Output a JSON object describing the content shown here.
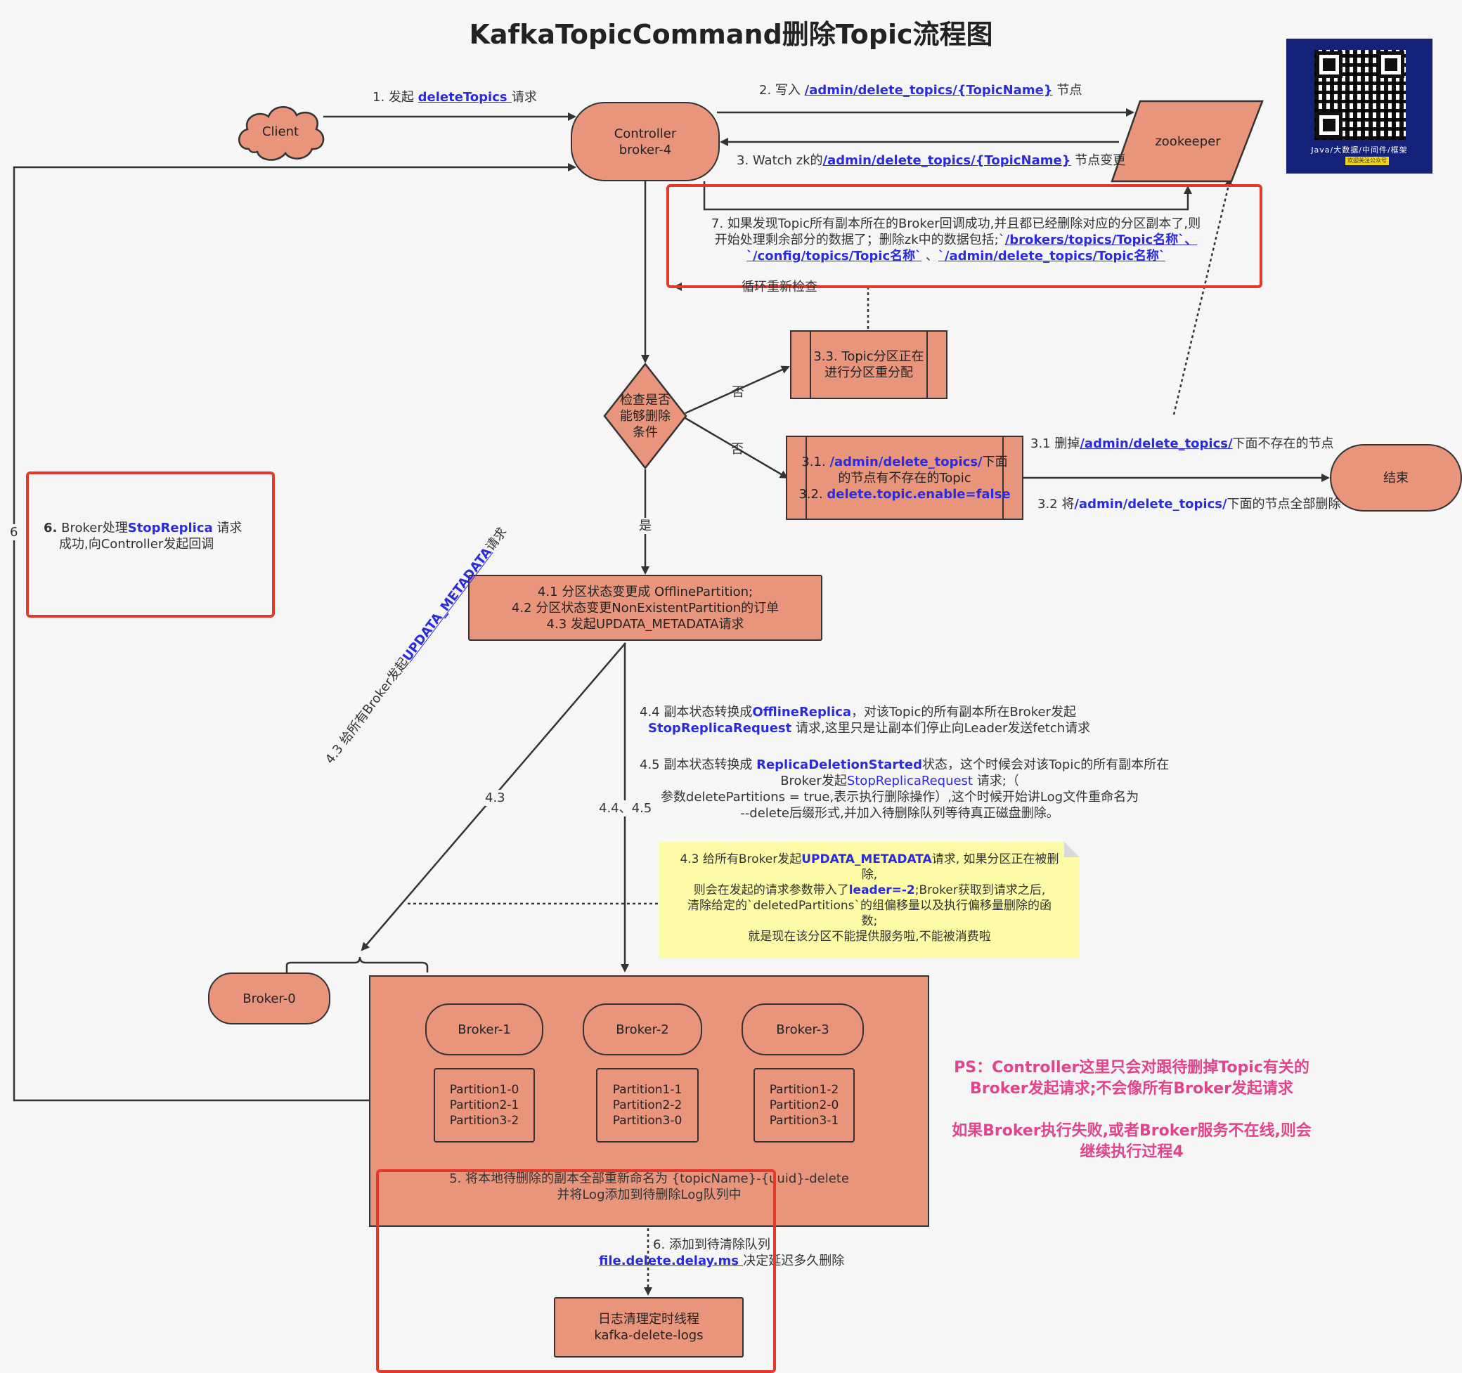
{
  "title": "KafkaTopicCommand删除Topic流程图",
  "qr": {
    "caption_line1": "Java/大数据/中间件/框架",
    "caption_line2": "欢迎关注公众号"
  },
  "nodes": {
    "client": "Client",
    "controller_line1": "Controller",
    "controller_line2": "broker-4",
    "zookeeper": "zookeeper",
    "decision_line1": "检查是否",
    "decision_line2": "能够删除",
    "decision_line3": "条件",
    "reassign_line1": "3.3. Topic分区正在",
    "reassign_line2": "进行分区重分配",
    "check_prefix1": "3.1. ",
    "check_path": "/admin/delete_topics/",
    "check_suffix1": "下面",
    "check_line2": "的节点有不存在的Topic",
    "check_prefix3": "3.2. ",
    "check_config": "delete.topic.enable=false",
    "end": "结束",
    "state_line1": "4.1 分区状态变更成 OfflinePartition;",
    "state_line2": "4.2 分区状态变更NonExistentPartition的订单",
    "state_line3": "4.3 发起UPDATA_METADATA请求",
    "broker0": "Broker-0",
    "broker1": "Broker-1",
    "broker2": "Broker-2",
    "broker3": "Broker-3",
    "b1_parts": [
      "Partition1-0",
      "Partition2-1",
      "Partition3-2"
    ],
    "b2_parts": [
      "Partition1-1",
      "Partition2-2",
      "Partition3-0"
    ],
    "b3_parts": [
      "Partition1-2",
      "Partition2-0",
      "Partition3-1"
    ],
    "rename_line1": "5. 将本地待删除的副本全部重新命名为 {topicName}-{uuid}-delete",
    "rename_line2": "并将Log添加到待删除Log队列中",
    "cleaner_line1": "日志清理定时线程",
    "cleaner_line2": "kafka-delete-logs"
  },
  "edges": {
    "e1_prefix": "1. 发起 ",
    "e1_link": "deleteTopics ",
    "e1_suffix": "请求",
    "e2_prefix": "2. 写入 ",
    "e2_link": "/admin/delete_topics/{TopicName}",
    "e2_suffix": " 节点",
    "e3_prefix": "3. Watch zk的",
    "e3_link": "/admin/delete_topics/{TopicName}",
    "e3_suffix": " 节点变更",
    "e7_line1": "7. 如果发现Topic所有副本所在的Broker回调成功,并且都已经删除对应的分区副本了,则",
    "e7_line2_prefix": "开始处理剩余部分的数据了；删除zk中的数据包括;`",
    "e7_line2_link": "/brokers/topics/Topic名称`、",
    "e7_line3_link1": "`/config/topics/Topic名称`",
    "e7_line3_sep": " 、",
    "e7_line3_link2": "`/admin/delete_topics/Topic名称`",
    "loop_label": "循环重新检查",
    "no1": "否",
    "no2": "否",
    "yes": "是",
    "e31_prefix": "3.1 删掉",
    "e31_link": "/admin/delete_topics/",
    "e31_suffix": "下面不存在的节点",
    "e32_prefix": "3.2 将",
    "e32_link": "/admin/delete_topics/",
    "e32_suffix": "下面的节点全部删除",
    "step6_num": "6.",
    "step6_mid": " Broker处理",
    "step6_link": "StopReplica",
    "step6_suffix": " 请求",
    "step6_line2": "成功,向Controller发起回调",
    "left_six": "6",
    "rot_prefix": "4.3 给所有Broker发起",
    "rot_link": "UPDATA_METADATA",
    "rot_suffix": "请求",
    "label_43": "4.3",
    "label_4445": "4.4、4.5",
    "e44_line1_prefix": "4.4 副本状态转换成",
    "e44_line1_link": "OfflineReplica",
    "e44_line1_suffix": "，对该Topic的所有副本所在Broker发起",
    "e44_line2_link": "StopReplicaRequest",
    "e44_line2_suffix": " 请求,这里只是让副本们停止向Leader发送fetch请求",
    "e45_line1_prefix": "4.5 副本状态转换成 ",
    "e45_line1_link": "ReplicaDeletionStarted",
    "e45_line1_suffix": "状态，这个时候会对该Topic的所有副本所在",
    "e45_line2_prefix": "Broker发起",
    "e45_line2_link": "StopReplicaRequest",
    "e45_line2_suffix": " 请求;（",
    "e45_line3": "参数deletePartitions = true,表示执行删除操作）,这个时候开始讲Log文件重命名为",
    "e45_line4": "--delete后缀形式,并加入待删除队列等待真正磁盘删除。",
    "e6_line1": "6. 添加到待清除队列",
    "e6_link": "file.delete.delay.ms ",
    "e6_suffix": "决定延迟多久删除"
  },
  "note": {
    "line1_prefix": "4.3 给所有Broker发起",
    "line1_link": "UPDATA_METADATA",
    "line1_suffix": "请求, 如果分区正在被删",
    "line2": "除,",
    "line3_prefix": "则会在发起的请求参数带入了",
    "line3_link": "leader=-2",
    "line3_suffix": ";Broker获取到请求之后,",
    "line4": "清除给定的`deletedPartitions`的组偏移量以及执行偏移量删除的函",
    "line5": "数;",
    "line6": "就是现在该分区不能提供服务啦,不能被消费啦"
  },
  "ps": {
    "line1": "PS：Controller这里只会对跟待删掉Topic有关的",
    "line2": "Broker发起请求;不会像所有Broker发起请求",
    "line3": "如果Broker执行失败,或者Broker服务不在线,则会",
    "line4": "继续执行过程4"
  },
  "colors": {
    "node_fill": "#e8957c",
    "highlight": "#e3392a",
    "link": "#2b2bdb",
    "ps_text": "#e0448b",
    "note_fill": "#fdfba6"
  }
}
